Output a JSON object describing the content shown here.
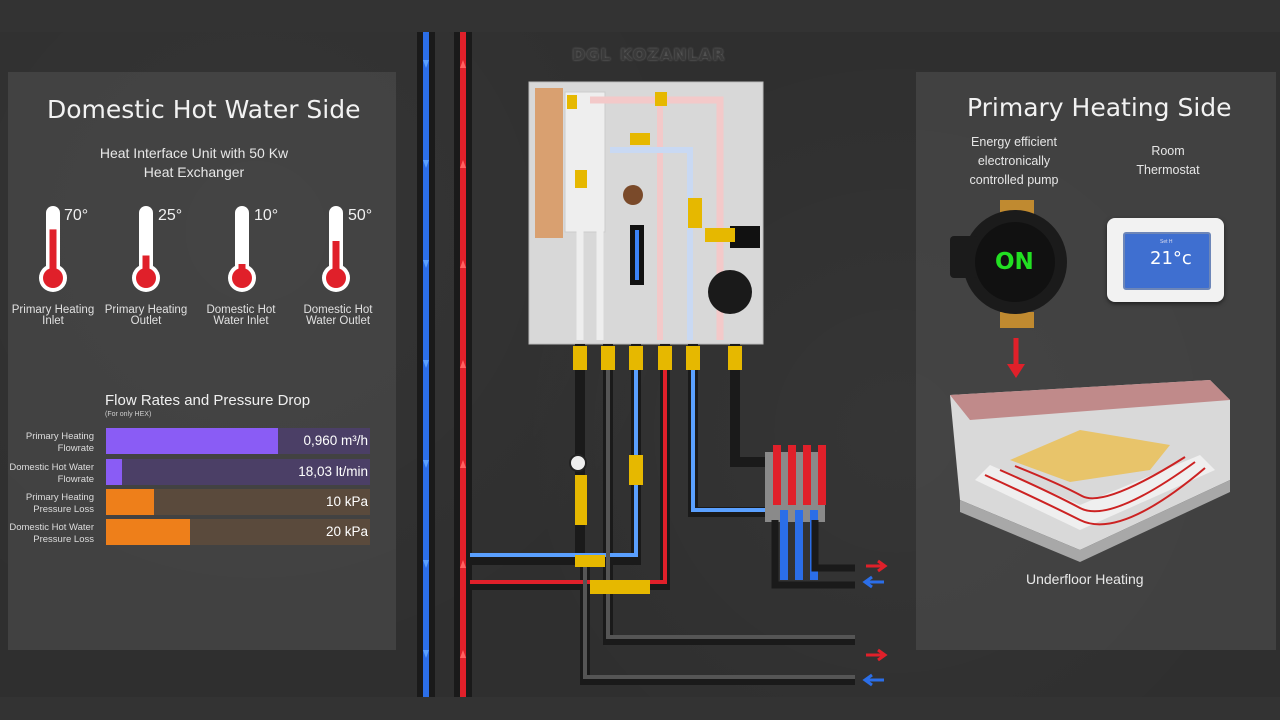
{
  "logo": {
    "part1": "DGL",
    "part2": "KOZANLAR"
  },
  "left_panel": {
    "title": "Domestic Hot Water Side",
    "subtitle_line1": "Heat Interface Unit with 50 Kw",
    "subtitle_line2": "Heat Exchanger",
    "thermometers": [
      {
        "value": "70°",
        "label_line1": "Primary Heating",
        "label_line2": "Inlet",
        "level": 0.7
      },
      {
        "value": "25°",
        "label_line1": "Primary  Heating",
        "label_line2": "Outlet",
        "level": 0.25
      },
      {
        "value": "10°",
        "label_line1": "Domestic Hot",
        "label_line2": "Water Inlet",
        "level": 0.1
      },
      {
        "value": "50°",
        "label_line1": "Domestic Hot",
        "label_line2": "Water Outlet",
        "level": 0.5
      }
    ],
    "flow": {
      "title": "Flow Rates and Pressure Drop",
      "subtitle": "(For only HEX)",
      "bars": [
        {
          "label_line1": "Primary Heating",
          "label_line2": "Flowrate",
          "value": "0,960 m³/h",
          "fraction": 0.65,
          "color": "#8a5cf5",
          "track": "#4b3f66"
        },
        {
          "label_line1": "Domestic Hot Water",
          "label_line2": "Flowrate",
          "value": "18,03 lt/min",
          "fraction": 0.06,
          "color": "#8a5cf5",
          "track": "#4b3f66"
        },
        {
          "label_line1": "Primary Heating",
          "label_line2": "Pressure Loss",
          "value": "10 kPa",
          "fraction": 0.18,
          "color": "#ee7f1a",
          "track": "#5a4a3c"
        },
        {
          "label_line1": "Domestic Hot Water",
          "label_line2": "Pressure Loss",
          "value": "20 kPa",
          "fraction": 0.32,
          "color": "#ee7f1a",
          "track": "#5a4a3c"
        }
      ]
    }
  },
  "right_panel": {
    "title": "Primary Heating Side",
    "pump_label_line1": "Energy efficient",
    "pump_label_line2": "electronically",
    "pump_label_line3": "controlled pump",
    "thermostat_label_line1": "Room",
    "thermostat_label_line2": "Thermostat",
    "pump_status": "ON",
    "thermostat_set": "Set H",
    "room_temp": "21°c",
    "underfloor_label": "Underfloor Heating"
  },
  "colors": {
    "hot": "#e0202a",
    "cold": "#2b6ee8",
    "accent_purple": "#8a5cf5",
    "accent_orange": "#ee7f1a",
    "pump_on": "#22e022"
  }
}
